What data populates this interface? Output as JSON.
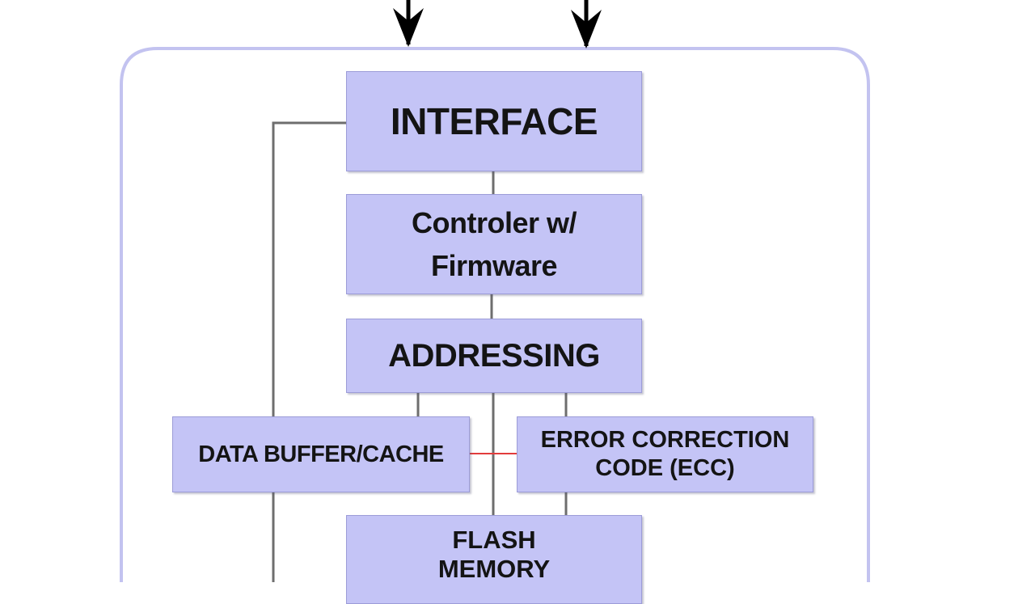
{
  "blocks": {
    "interface": "INTERFACE",
    "controller": "Controler w/\nFirmware",
    "addressing": "ADDRESSING",
    "data_buffer": "DATA BUFFER/CACHE",
    "ecc": "ERROR CORRECTION\nCODE (ECC)",
    "flash": "FLASH\nMEMORY"
  },
  "colors": {
    "block_fill": "#c4c4f6",
    "container_border": "#c3c3f0",
    "connector": "#6e6e6e",
    "ecc_link": "#e23c3c",
    "arrow": "#000000"
  }
}
